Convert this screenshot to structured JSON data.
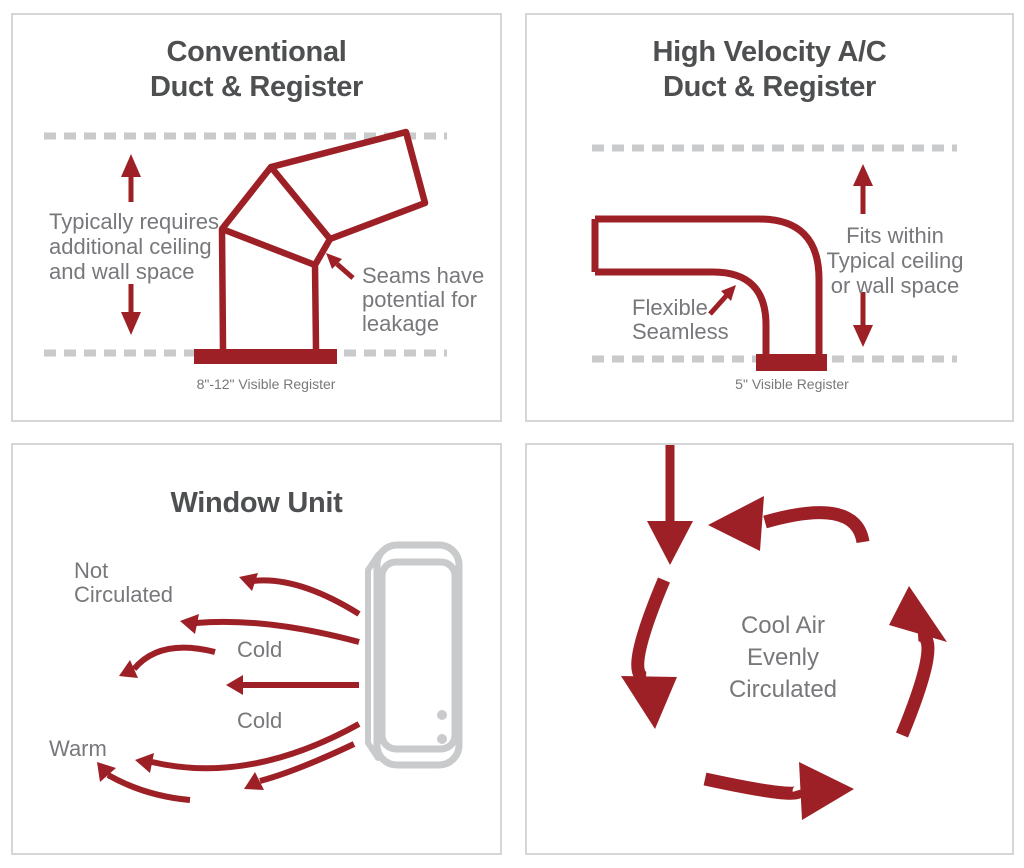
{
  "colors": {
    "red": "#9E2027",
    "title-gray": "#4E4F51",
    "text-gray": "#77787B",
    "light-gray": "#C9CACB",
    "panel-border": "#D5D6D7"
  },
  "panels": {
    "conventional": {
      "title": [
        "Conventional",
        "Duct & Register"
      ],
      "space_note": [
        "Typically requires",
        "additional ceiling",
        "and wall space"
      ],
      "seams_note": [
        "Seams have",
        "potential for",
        "leakage"
      ],
      "register_label": "8\"-12\" Visible Register"
    },
    "high_velocity": {
      "title": [
        "High Velocity A/C",
        "Duct & Register"
      ],
      "fit_note": [
        "Fits within",
        "Typical ceiling",
        "or wall space"
      ],
      "flexible_note": [
        "Flexible",
        "Seamless"
      ],
      "register_label": "5\" Visible Register"
    },
    "window_unit": {
      "title": "Window Unit",
      "not_circulated": [
        "Not",
        "Circulated"
      ],
      "cold_upper": "Cold",
      "cold_lower": "Cold",
      "warm": "Warm"
    },
    "circulation": {
      "center_note": [
        "Cool Air",
        "Evenly",
        "Circulated"
      ]
    }
  }
}
